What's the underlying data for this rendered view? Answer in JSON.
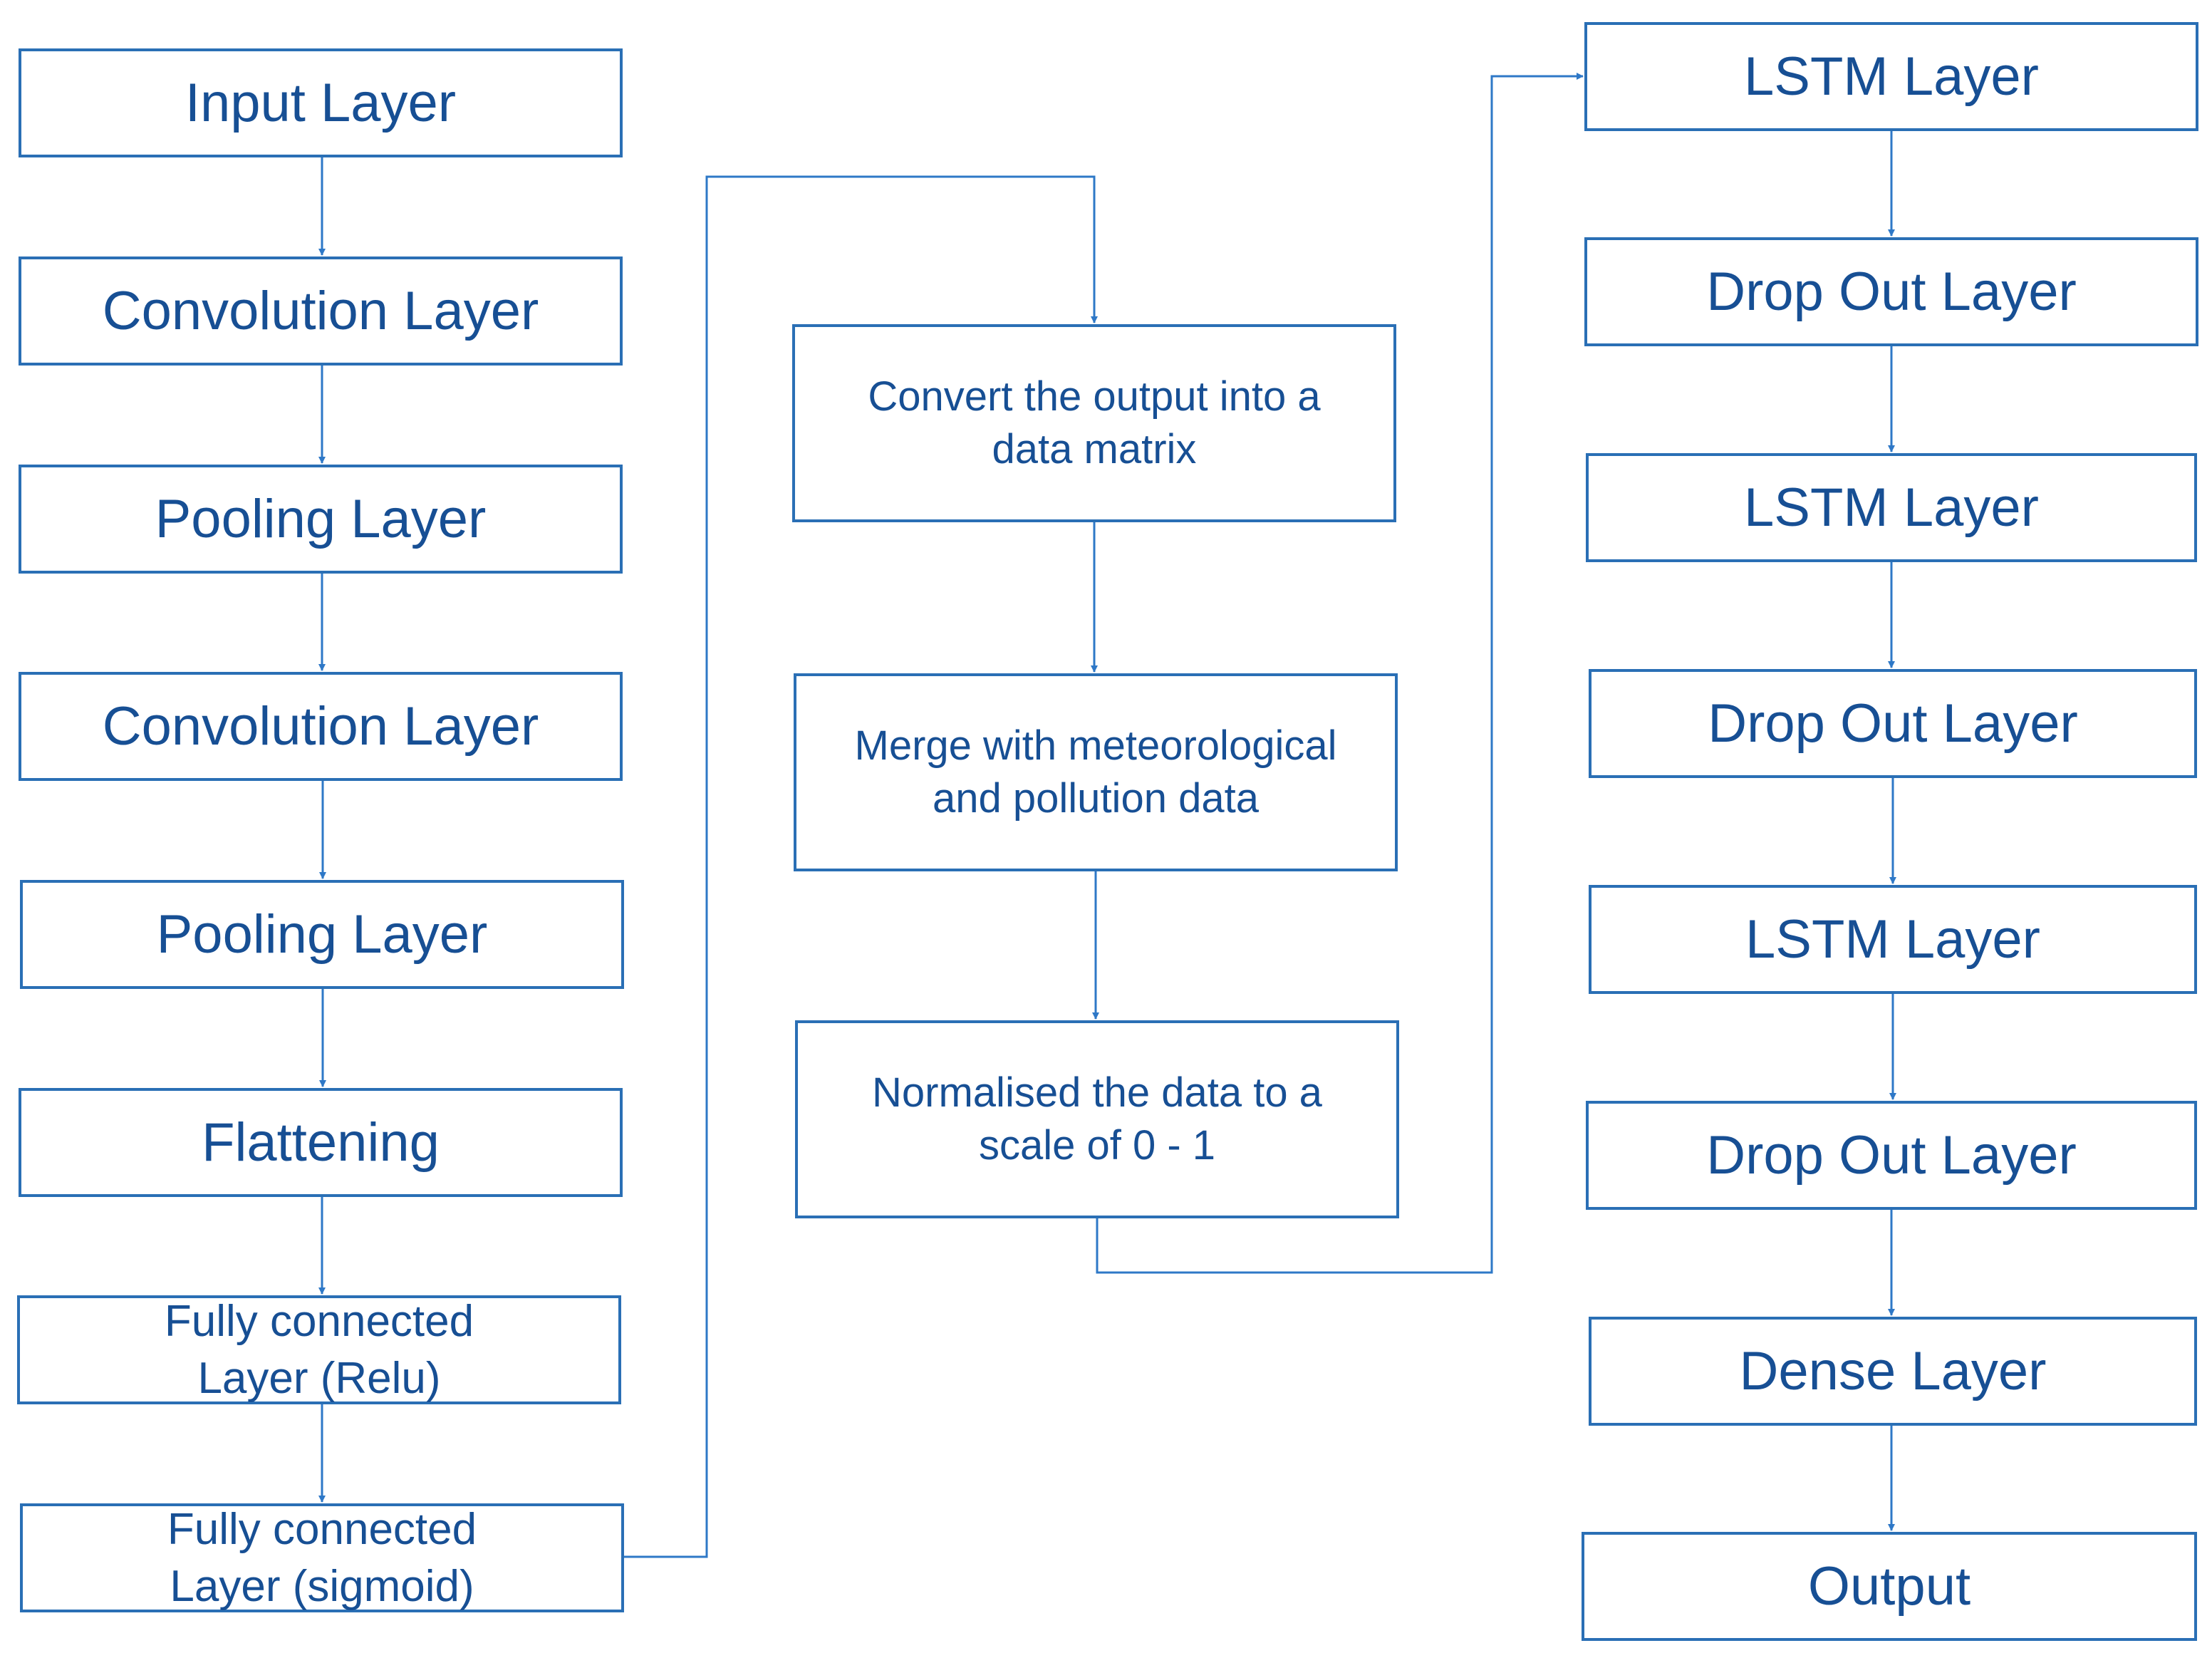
{
  "colors": {
    "border": "#2a6fb5",
    "arrow": "#2e78c7",
    "text": "#174f94"
  },
  "diagram": {
    "column_left": [
      "Input Layer",
      "Convolution Layer",
      "Pooling Layer",
      "Convolution Layer",
      "Pooling Layer",
      "Flattening",
      "Fully connected\nLayer (Relu)",
      "Fully connected\nLayer (sigmoid)"
    ],
    "column_middle": [
      "Convert the output into a\ndata matrix",
      "Merge with meteorological\nand pollution data",
      "Normalised the data to a\nscale of 0 - 1"
    ],
    "column_right": [
      "LSTM Layer",
      "Drop Out Layer",
      "LSTM Layer",
      "Drop Out Layer",
      "LSTM Layer",
      "Drop Out Layer",
      "Dense Layer",
      "Output"
    ]
  }
}
